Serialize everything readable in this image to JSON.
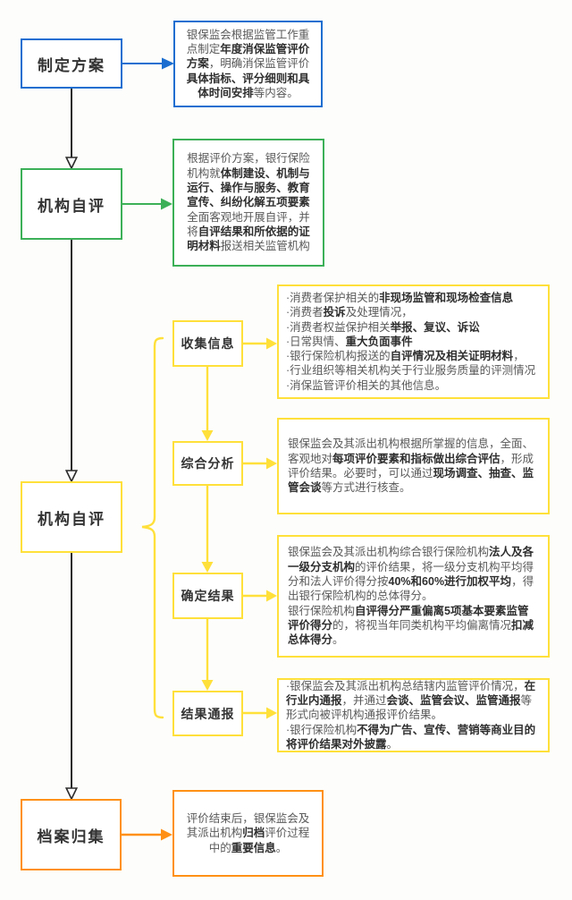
{
  "palette": {
    "blue": "#1b6ed0",
    "green": "#3cb057",
    "yellow": "#ffe03a",
    "orange": "#ff9015",
    "arrow_black": "#2b2b2b",
    "text_regular": "#595959",
    "text_bold": "#2f2f2f"
  },
  "stages": [
    {
      "label": "制定方案",
      "color": "blue"
    },
    {
      "label": "机构自评",
      "color": "green"
    },
    {
      "label": "机构自评",
      "color": "yellow"
    },
    {
      "label": "档案归集",
      "color": "orange"
    }
  ],
  "substeps": [
    {
      "label": "收集信息"
    },
    {
      "label": "综合分析"
    },
    {
      "label": "确定结果"
    },
    {
      "label": "结果通报"
    }
  ],
  "notes": {
    "plan": {
      "paragraphs": [
        [
          {
            "t": "银保监会根据监管工作重点制定"
          },
          {
            "t": "年度消保监管评价方案",
            "b": true
          },
          {
            "t": "，明确消保监管评价"
          },
          {
            "t": "具体指标、评分细则和具体时间安排",
            "b": true
          },
          {
            "t": "等内容。"
          }
        ]
      ]
    },
    "self_eval": {
      "paragraphs": [
        [
          {
            "t": "根据评价方案，银行保险机构就"
          },
          {
            "t": "体制建设、机制与运行、操作与服务、教育宣传、纠纷化解五项要素",
            "b": true
          },
          {
            "t": "全面客观地开展自评，并将"
          },
          {
            "t": "自评结果和所依据的证明材料",
            "b": true
          },
          {
            "t": "报送相关监管机构"
          }
        ]
      ]
    },
    "collect": {
      "paragraphs": [
        [
          {
            "t": "·消费者保护相关的"
          },
          {
            "t": "非现场监管和现场检查信息",
            "b": true
          }
        ],
        [
          {
            "t": "·消费者"
          },
          {
            "t": "投诉",
            "b": true
          },
          {
            "t": "及处理情况，"
          }
        ],
        [
          {
            "t": "·消费者权益保护相关"
          },
          {
            "t": "举报、复议、诉讼",
            "b": true
          }
        ],
        [
          {
            "t": "·日常舆情、"
          },
          {
            "t": "重大负面事件",
            "b": true
          }
        ],
        [
          {
            "t": "·银行保险机构报送的"
          },
          {
            "t": "自评情况及相关证明材料",
            "b": true
          },
          {
            "t": "，"
          }
        ],
        [
          {
            "t": "·行业组织等相关机构关于行业服务质量的评测情况"
          }
        ],
        [
          {
            "t": "·消保监管评价相关的其他信息。"
          }
        ]
      ]
    },
    "analyze": {
      "paragraphs": [
        [
          {
            "t": "银保监会及其派出机构根据所掌握的信息，全面、客观地对"
          },
          {
            "t": "每项评价要素和指标做出综合评估",
            "b": true
          },
          {
            "t": "，形成评价结果。必要时，可以通过"
          },
          {
            "t": "现场调查、抽查、监管会谈",
            "b": true
          },
          {
            "t": "等方式进行核查。"
          }
        ]
      ]
    },
    "determine": {
      "paragraphs": [
        [
          {
            "t": "银保监会及其派出机构综合银行保险机构"
          },
          {
            "t": "法人及各一级分支机构",
            "b": true
          },
          {
            "t": "的评价结果，将一级分支机构平均得分和法人评价得分按"
          },
          {
            "t": "40%和60%进行加权平均",
            "b": true
          },
          {
            "t": "，得出银行保险机构的总体得分。"
          }
        ],
        [
          {
            "t": "银行保险机构"
          },
          {
            "t": "自评得分严重偏离5项基本要素监管评价得分",
            "b": true
          },
          {
            "t": "的，将视当年同类机构平均偏离情况"
          },
          {
            "t": "扣减总体得分",
            "b": true
          },
          {
            "t": "。"
          }
        ]
      ]
    },
    "notify": {
      "paragraphs": [
        [
          {
            "t": "·银保监会及其派出机构总结辖内监管评价情况，"
          },
          {
            "t": "在行业内通报",
            "b": true
          },
          {
            "t": "，并通过"
          },
          {
            "t": "会谈、监管会议、监管通报",
            "b": true
          },
          {
            "t": "等形式向被评机构通报评价结果。"
          }
        ],
        [
          {
            "t": "·银行保险机构"
          },
          {
            "t": "不得为广告、宣传、营销等商业目的将评价结果对外披露",
            "b": true
          },
          {
            "t": "。"
          }
        ]
      ]
    },
    "archive": {
      "paragraphs": [
        [
          {
            "t": "评价结束后，银保监会及其派出机构"
          },
          {
            "t": "归档",
            "b": true
          },
          {
            "t": "评价过程中的"
          },
          {
            "t": "重要信息",
            "b": true
          },
          {
            "t": "。"
          }
        ]
      ]
    }
  }
}
